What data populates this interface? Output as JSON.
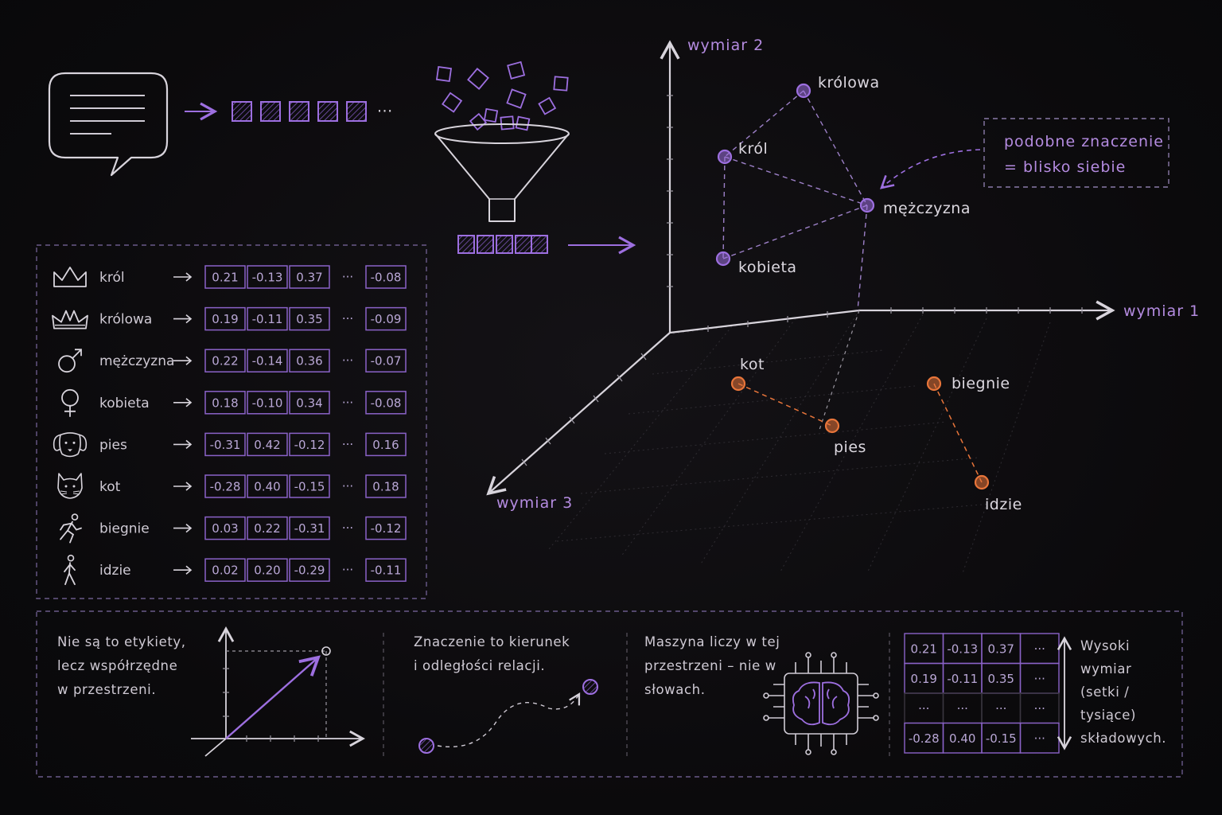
{
  "colors": {
    "purple": "#9d6fe0",
    "orange": "#e8753a",
    "chalk": "#d8d4dc"
  },
  "pipeline": {
    "dots": "···"
  },
  "axes": {
    "x": "wymiar 1",
    "y": "wymiar 2",
    "z": "wymiar 3"
  },
  "points": [
    {
      "label": "królowa",
      "group": "purple"
    },
    {
      "label": "król",
      "group": "purple"
    },
    {
      "label": "mężczyzna",
      "group": "purple"
    },
    {
      "label": "kobieta",
      "group": "purple"
    },
    {
      "label": "kot",
      "group": "orange"
    },
    {
      "label": "pies",
      "group": "orange"
    },
    {
      "label": "biegnie",
      "group": "orange"
    },
    {
      "label": "idzie",
      "group": "orange"
    }
  ],
  "note": {
    "line1": "podobne znaczenie",
    "line2": "= blisko siebie"
  },
  "embeddings": {
    "ellipsis": "···",
    "rows": [
      {
        "word": "król",
        "icon": "crown-icon",
        "v": [
          "0.21",
          "-0.13",
          "0.37",
          "-0.08"
        ]
      },
      {
        "word": "królowa",
        "icon": "queen-crown-icon",
        "v": [
          "0.19",
          "-0.11",
          "0.35",
          "-0.09"
        ]
      },
      {
        "word": "mężczyzna",
        "icon": "male-symbol-icon",
        "v": [
          "0.22",
          "-0.14",
          "0.36",
          "-0.07"
        ]
      },
      {
        "word": "kobieta",
        "icon": "female-symbol-icon",
        "v": [
          "0.18",
          "-0.10",
          "0.34",
          "-0.08"
        ]
      },
      {
        "word": "pies",
        "icon": "dog-icon",
        "v": [
          "-0.31",
          "0.42",
          "-0.12",
          "0.16"
        ]
      },
      {
        "word": "kot",
        "icon": "cat-icon",
        "v": [
          "-0.28",
          "0.40",
          "-0.15",
          "0.18"
        ]
      },
      {
        "word": "biegnie",
        "icon": "running-person-icon",
        "v": [
          "0.03",
          "0.22",
          "-0.31",
          "-0.12"
        ]
      },
      {
        "word": "idzie",
        "icon": "walking-person-icon",
        "v": [
          "0.02",
          "0.20",
          "-0.29",
          "-0.11"
        ]
      }
    ]
  },
  "footer": {
    "p1": [
      "Nie są to etykiety,",
      "lecz współrzędne",
      "w przestrzeni."
    ],
    "p2": [
      "Znaczenie to kierunek",
      "i odległości relacji."
    ],
    "p3": [
      "Maszyna liczy w tej",
      "przestrzeni – nie w",
      "słowach."
    ],
    "p4": [
      "Wysoki",
      "wymiar",
      "(setki /",
      "tysiące)",
      "składowych."
    ],
    "matrix": [
      [
        "0.21",
        "-0.13",
        "0.37",
        "···"
      ],
      [
        "0.19",
        "-0.11",
        "0.35",
        "···"
      ],
      [
        "···",
        "···",
        "···",
        "···"
      ],
      [
        "-0.28",
        "0.40",
        "-0.15",
        "···"
      ]
    ]
  }
}
